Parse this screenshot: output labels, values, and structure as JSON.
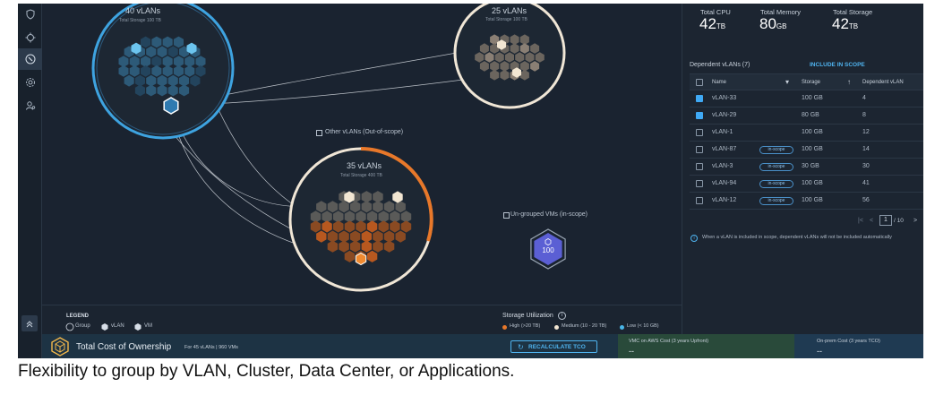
{
  "nav_icons": [
    "shield-icon",
    "crosshair-icon",
    "compass-icon",
    "settings-icon",
    "user-settings-icon"
  ],
  "groups": {
    "g1": {
      "title": "40 vLANs",
      "subtitle": "Total Storage 100 TB"
    },
    "g2": {
      "title": "25 vLANs",
      "subtitle": "Total Storage 100 TB"
    },
    "g3": {
      "title": "35 vLANs",
      "subtitle": "Total Storage 400 TB"
    }
  },
  "other_vlans_label": "Other vLANs (Out-of-scope)",
  "ungrouped": {
    "label": "Un-grouped VMs  (in-scope)",
    "count": "100"
  },
  "legend": {
    "title": "LEGEND",
    "group": "Group",
    "vlan": "vLAN",
    "vm": "VM"
  },
  "storage_util": {
    "title": "Storage Utilization",
    "high": "High (>20 TB)",
    "medium": "Medium (10 - 20 TB)",
    "low": "Low (< 10 GB)",
    "colors": {
      "high": "#e8782a",
      "medium": "#f2e6d2",
      "low": "#49b6e8"
    }
  },
  "totals": {
    "cpu_label": "Total CPU",
    "cpu_value": "42",
    "cpu_unit": "TB",
    "mem_label": "Total Memory",
    "mem_value": "80",
    "mem_unit": "GB",
    "storage_label": "Total Storage",
    "storage_value": "42",
    "storage_unit": "TB"
  },
  "dependent": {
    "title": "Dependent vLANs (7)",
    "include_label": "INCLUDE IN SCOPE",
    "headers": {
      "name": "Name",
      "storage": "Storage",
      "dep": "Dependent vLAN"
    },
    "rows": [
      {
        "name": "vLAN-33",
        "checked": true,
        "scope": "",
        "storage": "100 GB",
        "dep": "4"
      },
      {
        "name": "vLAN-29",
        "checked": true,
        "scope": "",
        "storage": "80 GB",
        "dep": "8"
      },
      {
        "name": "vLAN-1",
        "checked": false,
        "scope": "",
        "storage": "100 GB",
        "dep": "12"
      },
      {
        "name": "vLAN-87",
        "checked": false,
        "scope": "in-scope",
        "storage": "100 GB",
        "dep": "14"
      },
      {
        "name": "vLAN-3",
        "checked": false,
        "scope": "in-scope",
        "storage": "30 GB",
        "dep": "30"
      },
      {
        "name": "vLAN-94",
        "checked": false,
        "scope": "in-scope",
        "storage": "100 GB",
        "dep": "41"
      },
      {
        "name": "vLAN-12",
        "checked": false,
        "scope": "in-scope",
        "storage": "100 GB",
        "dep": "56"
      }
    ],
    "page": "1",
    "page_total": "/ 10",
    "info": "When a vLAN is included in scope, dependent vLANs will not be included automatically"
  },
  "footer": {
    "title": "Total Cost of Ownership",
    "subtitle": "For 45 vLANs  |  960 VMs",
    "recalc": "RECALCULATE TCO",
    "vmc_label": "VMC on AWS Cost (3 years Upfront)",
    "vmc_value": "--",
    "onprem_label": "On-prem Cost (3 years TCO)",
    "onprem_value": "--"
  },
  "caption": "Flexibility to group by VLAN, Cluster, Data Center, or Applications."
}
